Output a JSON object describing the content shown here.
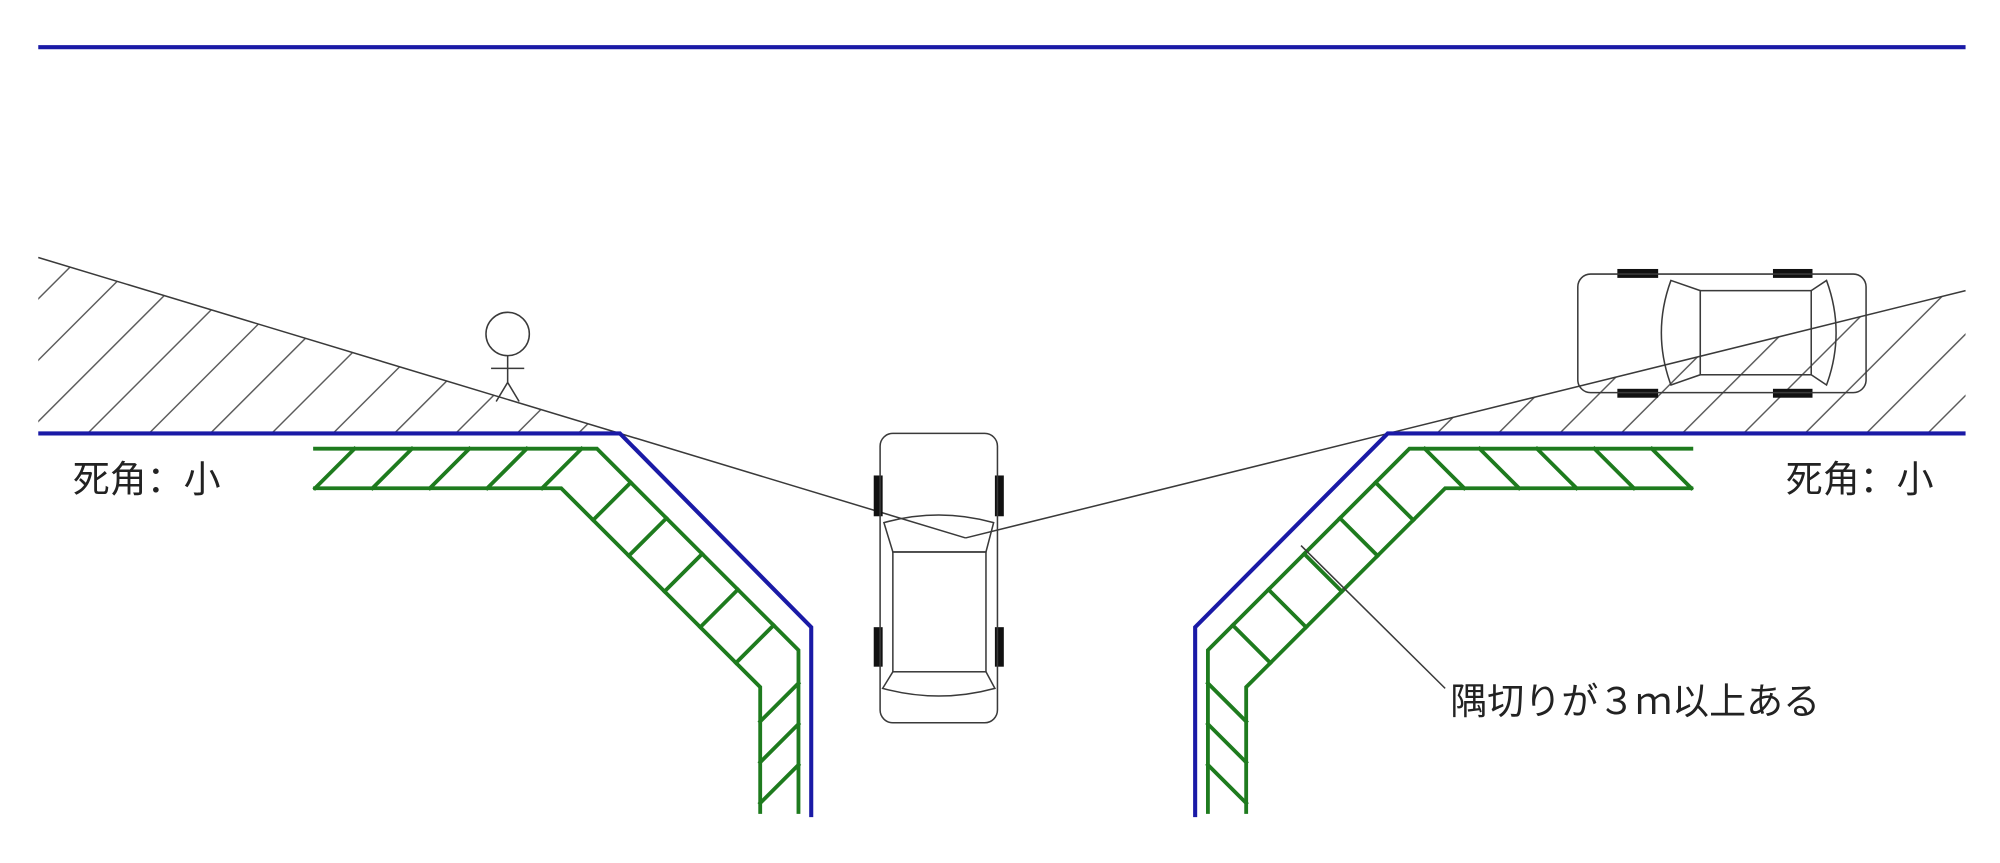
{
  "labels": {
    "blind_spot_left": "死角：小",
    "blind_spot_right": "死角：小",
    "corner_cut_note": "隅切りが３ｍ以上ある"
  },
  "colors": {
    "road_edge": "#1a1aa6",
    "wall": "#1e7b1e",
    "line": "#3a3a3a",
    "hatch": "#555555",
    "background": "#ffffff"
  }
}
